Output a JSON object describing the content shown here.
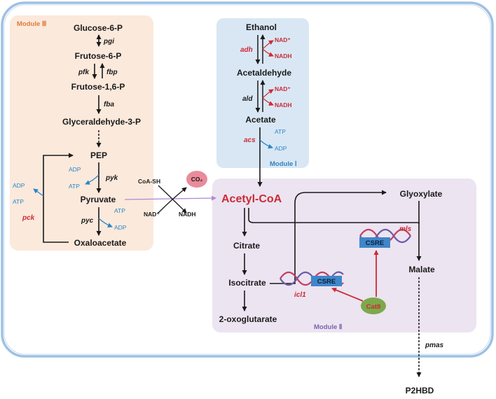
{
  "modules": {
    "m3": "Module Ⅲ",
    "m1": "Module Ⅰ",
    "m2": "Module Ⅱ"
  },
  "metabolites": {
    "glucose6p": "Glucose-6-P",
    "frutose6p": "Frutose-6-P",
    "frutose16p": "Frutose-1,6-P",
    "glyceraldehyde3p": "Glyceraldehyde-3-P",
    "pep": "PEP",
    "pyruvate": "Pyruvate",
    "oxaloacetate": "Oxaloacetate",
    "ethanol": "Ethanol",
    "acetaldehyde": "Acetaldehyde",
    "acetate": "Acetate",
    "acetylcoa": "Acetyl-CoA",
    "citrate": "Citrate",
    "isocitrate": "Isocitrate",
    "oxoglutarate": "2-oxoglutarate",
    "glyoxylate": "Glyoxylate",
    "malate": "Malate",
    "p2hbd": "P2HBD"
  },
  "enzymes": {
    "pgi": "pgi",
    "pfk": "pfk",
    "fbp": "fbp",
    "fba": "fba",
    "pyk": "pyk",
    "pyc": "pyc",
    "pck": "pck",
    "adh": "adh",
    "ald": "ald",
    "acs": "acs",
    "icl1": "icl1",
    "mls": "mls",
    "pmas": "pmas"
  },
  "cofactors": {
    "adp": "ADP",
    "atp": "ATP",
    "nad_plus": "NAD⁺",
    "nadh": "NADH",
    "coash": "CoA-SH",
    "co2": "CO₂"
  },
  "regulation": {
    "csre": "CSRE",
    "cat8": "Cat8"
  },
  "colors": {
    "module3_bg": "#fbe9dc",
    "module1_bg": "#d9e7f4",
    "module2_bg": "#ece4f1",
    "module3_label": "#e07b39",
    "module1_label": "#2f82c0",
    "module2_label": "#7b62ad",
    "red": "#cc2a36",
    "blue": "#2b86c5",
    "cell_border": "#9ec1e3"
  }
}
